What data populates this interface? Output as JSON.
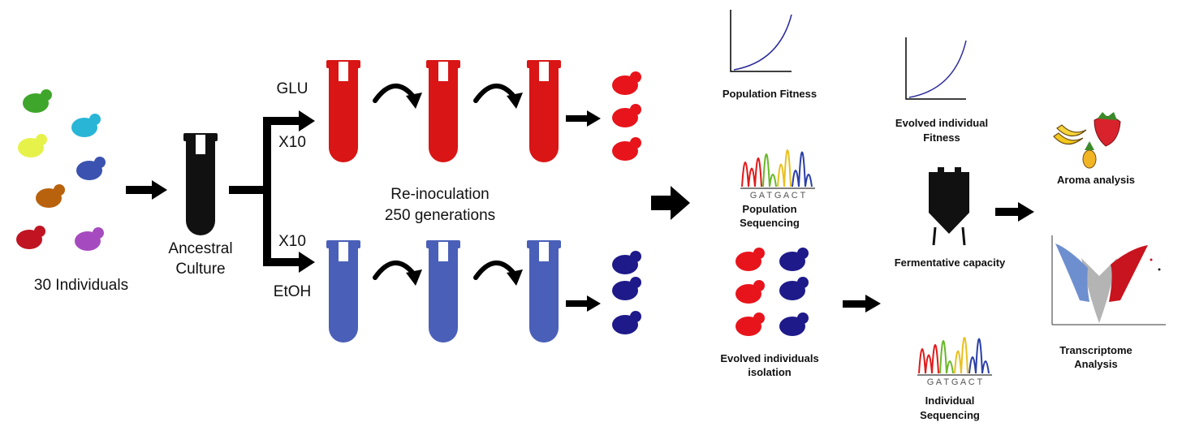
{
  "labels": {
    "individuals": "30 Individuals",
    "ancestral_l1": "Ancestral",
    "ancestral_l2": "Culture",
    "glu": "GLU",
    "x10_top": "X10",
    "x10_bottom": "X10",
    "etoh": "EtOH",
    "reinoc_l1": "Re-inoculation",
    "reinoc_l2": "250 generations",
    "pop_fitness": "Population Fitness",
    "pop_seq_l1": "Population",
    "pop_seq_l2": "Sequencing",
    "evolved_iso_l1": "Evolved individuals",
    "evolved_iso_l2": "isolation",
    "evolved_fit_l1": "Evolved individual",
    "evolved_fit_l2": "Fitness",
    "ferment": "Fermentative capacity",
    "ind_seq_l1": "Individual",
    "ind_seq_l2": "Sequencing",
    "aroma": "Aroma analysis",
    "transcript_l1": "Transcriptome",
    "transcript_l2": "Analysis",
    "seq_letters_top": "G A T G A C T",
    "seq_letters_bottom": "G A T G A C T"
  },
  "colors": {
    "glu_tube": "#d91515",
    "etoh_tube": "#4a5fb8",
    "ancestral_tube": "#111111",
    "red_cells": "#e8141c",
    "navy_cells": "#1e1a8a",
    "upregulated": "#c8141e",
    "downregulated": "#6e8fcf",
    "curve": "#2a2a9a"
  },
  "individual_colors": [
    "#3fa62c",
    "#29b6d6",
    "#e6f24a",
    "#3b52b0",
    "#b8620e",
    "#c01422",
    "#a64bbf"
  ],
  "icons": [
    "curved-arrow-icon",
    "bioreactor-icon",
    "banana-icon",
    "strawberry-icon",
    "pineapple-icon",
    "volcano-plot-icon",
    "chromatogram-icon",
    "fitness-curve-icon"
  ]
}
